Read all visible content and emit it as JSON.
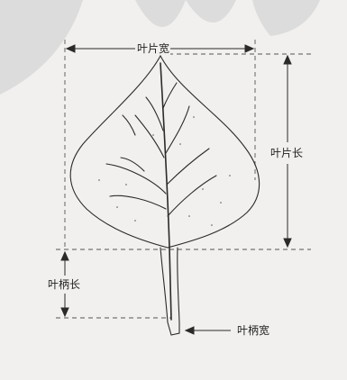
{
  "labels": {
    "blade_width": "叶片宽",
    "blade_length": "叶片长",
    "petiole_length": "叶柄长",
    "petiole_width": "叶柄宽"
  },
  "colors": {
    "background": "#f1f0ee",
    "watermark": "#d9d9d9",
    "line": "#2a2a2a"
  }
}
